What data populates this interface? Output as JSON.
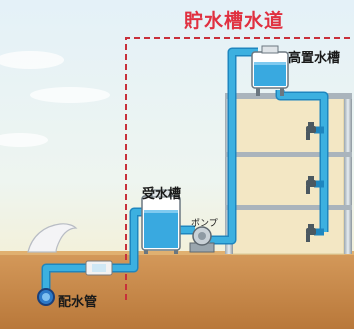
{
  "diagram": {
    "title": "貯水槽水道",
    "labels": {
      "elevated_tank": "高置水槽",
      "receiving_tank": "受水槽",
      "pump": "ポンプ",
      "water_main": "配水管"
    },
    "colors": {
      "title": "#e03040",
      "boundary": "#c8303a",
      "pipe": "#3cb0e0",
      "pipe_edge": "#1e86bf",
      "tank_water": "#39a9e0",
      "building": "#f2e6c2",
      "ground": "#c98a45",
      "sky": "#d8ecf5"
    }
  }
}
